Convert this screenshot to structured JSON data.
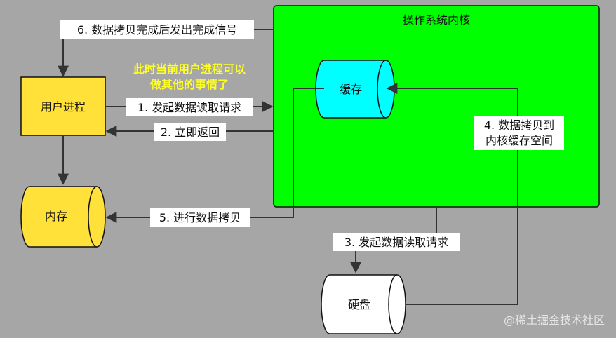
{
  "kernel": {
    "title": "操作系统内核"
  },
  "nodes": {
    "user_process": "用户进程",
    "cache": "缓存",
    "memory": "内存",
    "disk": "硬盘"
  },
  "note": [
    "此时当前用户进程可以",
    "做其他的事情了"
  ],
  "steps": {
    "s1": "1. 发起数据读取请求",
    "s2": "2. 立即返回",
    "s3": "3. 发起数据读取请求",
    "s4": [
      "4. 数据拷贝到",
      "内核缓存空间"
    ],
    "s5": "5. 进行数据拷贝",
    "s6": "6. 数据拷贝完成后发出完成信号"
  },
  "watermark": "@稀土掘金技术社区",
  "colors": {
    "background": "#a6a6a6",
    "kernel_fill": "#00ff00",
    "user_fill": "#ffe13a",
    "cache_fill": "#00ffff",
    "disk_fill": "#ffffff",
    "note_text": "#ffff22"
  }
}
